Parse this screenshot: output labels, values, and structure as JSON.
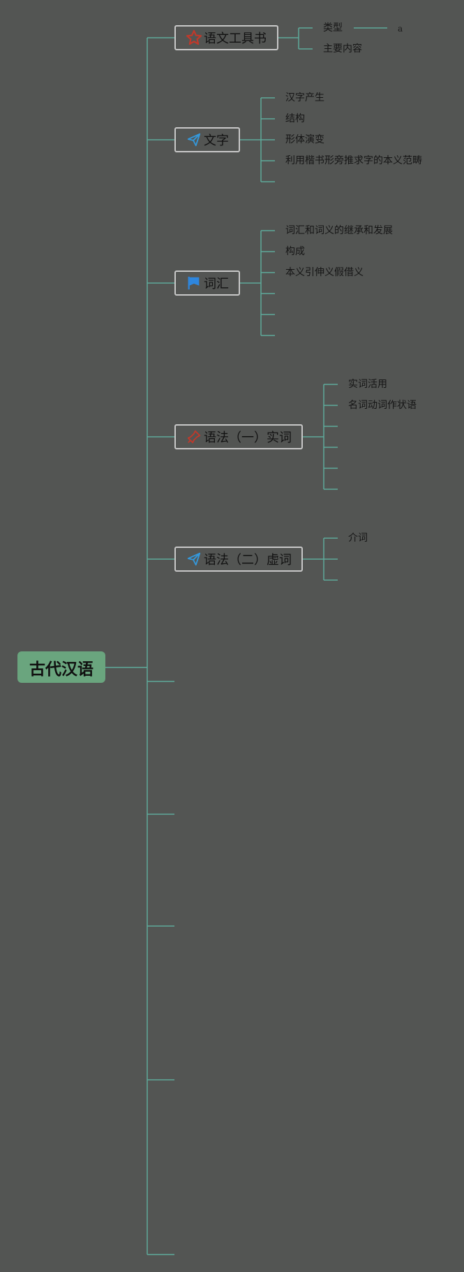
{
  "root": {
    "label": "古代汉语"
  },
  "topics": [
    {
      "label": "语文工具书",
      "icon": "star-icon",
      "icon_color": "#c0392b",
      "children": [
        "类型",
        "主要内容"
      ],
      "grandchildren": [
        "a"
      ]
    },
    {
      "label": "文字",
      "icon": "paper-plane-icon",
      "icon_color": "#3498db",
      "children": [
        "汉字产生",
        "结构",
        "形体演变",
        "利用楷书形旁推求字的本义范畴"
      ]
    },
    {
      "label": "词汇",
      "icon": "flag-icon",
      "icon_color": "#2e86de",
      "children": [
        "词汇和词义的继承和发展",
        "构成",
        "本义引伸义假借义"
      ]
    },
    {
      "label": "语法（一）实词",
      "icon": "pin-icon",
      "icon_color": "#c0392b",
      "children": [
        "实词活用",
        "名词动词作状语"
      ]
    },
    {
      "label": "语法（二）虚词",
      "icon": "paper-plane-icon",
      "icon_color": "#3498db",
      "children": [
        "介词"
      ]
    }
  ],
  "colors": {
    "background": "#535553",
    "connector": "#5ea99a",
    "root_fill": "#6aa57e",
    "topic_border": "#c8c8c8"
  }
}
